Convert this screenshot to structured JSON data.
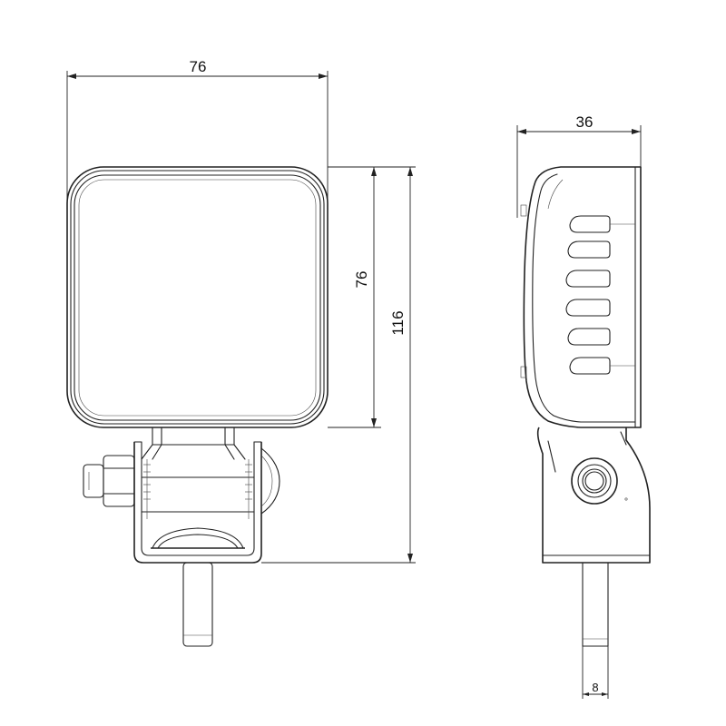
{
  "dimensions": {
    "front_width": "76",
    "front_head_height": "76",
    "front_total_height": "116",
    "side_depth": "36",
    "stud_diameter": "8"
  }
}
